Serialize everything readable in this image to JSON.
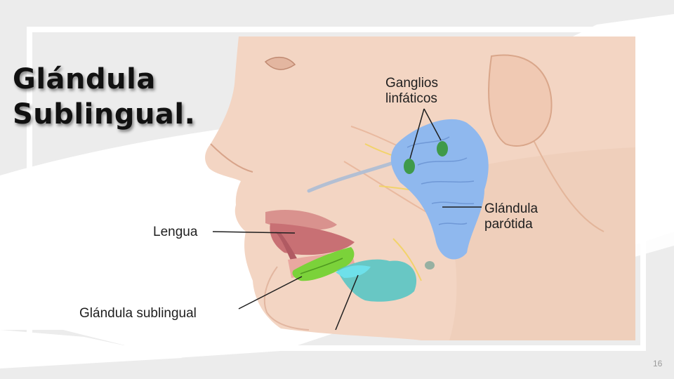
{
  "slide": {
    "title_line1": "Glándula",
    "title_line2": "Sublingual.",
    "page_number": "16"
  },
  "illustration": {
    "labels": {
      "ganglios_line1": "Ganglios",
      "ganglios_line2": "linfáticos",
      "parotida_line1": "Glándula",
      "parotida_line2": "parótida",
      "lengua": "Lengua",
      "sublingual": "Glándula sublingual"
    }
  },
  "colors": {
    "background": "#ececec",
    "skin": "#f3d5c3",
    "parotid_gland": "#8fb8ee",
    "lymph_node": "#3f9a4a",
    "sublingual_gland": "#7bd23a",
    "submandibular_gland": "#4fc4c4",
    "title_text": "#111111"
  }
}
